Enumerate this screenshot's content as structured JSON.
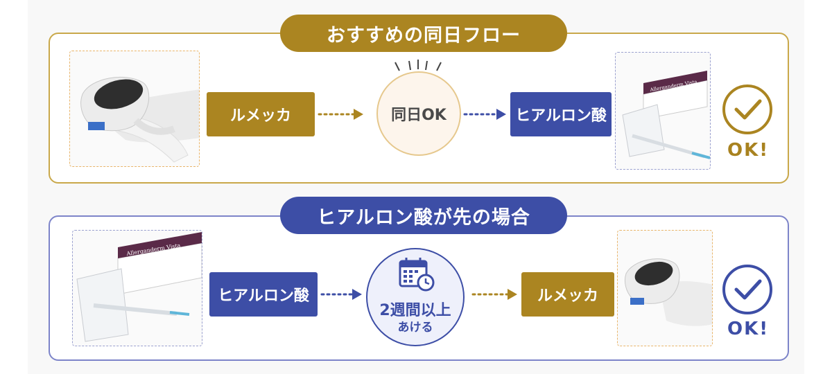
{
  "flows": {
    "recommended": {
      "title": "おすすめの同日フロー",
      "step1": "ルメッカ",
      "middle": "同日OK",
      "step2": "ヒアルロン酸",
      "result": "OK!"
    },
    "hyaluronic_first": {
      "title": "ヒアルロン酸が先の場合",
      "step1": "ヒアルロン酸",
      "middle_line1": "2週間以上",
      "middle_line2": "あける",
      "step2": "ルメッカ",
      "result": "OK!"
    }
  },
  "product_box_text": {
    "brand": "Allerganderm Vista"
  },
  "icons": [
    "sunburst-icon",
    "calendar-clock-icon",
    "check-circle-icon",
    "dotted-arrow-icon"
  ],
  "colors": {
    "gold": "#ab8521",
    "blue": "#3d4ea6",
    "gold_border": "#c9a84a",
    "blue_border": "#7d84c9"
  }
}
